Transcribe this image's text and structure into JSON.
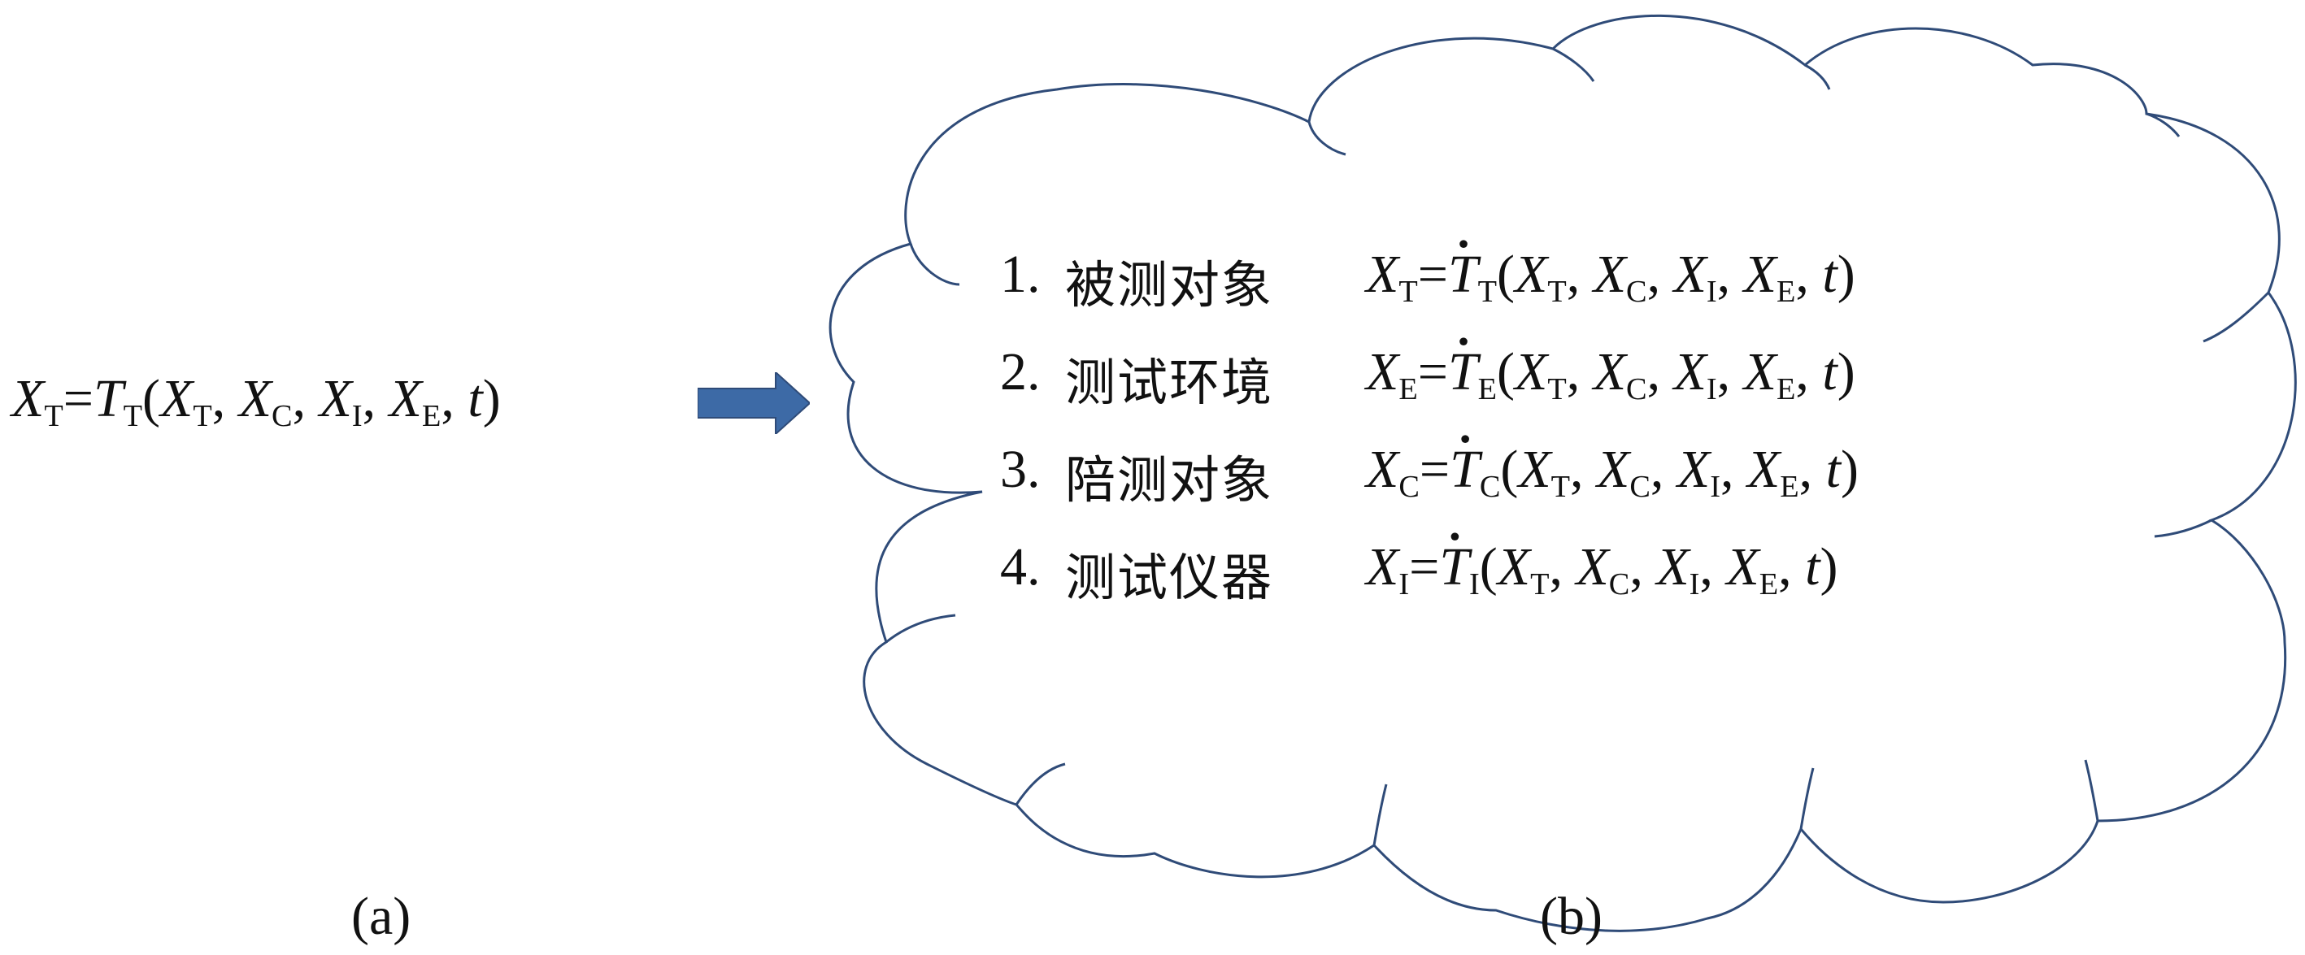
{
  "panel_a": {
    "formula": {
      "lhs_var": "X",
      "lhs_sub": "T",
      "eq": "=",
      "fn": "T",
      "fn_sub": "T",
      "args": [
        {
          "v": "X",
          "s": "T"
        },
        {
          "v": "X",
          "s": "C"
        },
        {
          "v": "X",
          "s": "I"
        },
        {
          "v": "X",
          "s": "E"
        }
      ],
      "t": "t"
    },
    "caption": "(a)"
  },
  "arrow": {
    "color": "#3d6aa6",
    "icon": "right-arrow-icon"
  },
  "panel_b": {
    "cloud_color": "#2f4b78",
    "items": [
      {
        "num": "1.",
        "label": "被测对象",
        "lhs_sub": "T",
        "fn_sub": "T"
      },
      {
        "num": "2.",
        "label": "测试环境",
        "lhs_sub": "E",
        "fn_sub": "E"
      },
      {
        "num": "3.",
        "label": "陪测对象",
        "lhs_sub": "C",
        "fn_sub": "C"
      },
      {
        "num": "4.",
        "label": "测试仪器",
        "lhs_sub": "I",
        "fn_sub": "I"
      }
    ],
    "eq_common": {
      "var": "X",
      "fn": "T",
      "eq": "=",
      "args": [
        {
          "v": "X",
          "s": "T"
        },
        {
          "v": "X",
          "s": "C"
        },
        {
          "v": "X",
          "s": "I"
        },
        {
          "v": "X",
          "s": "E"
        }
      ],
      "t": "t"
    },
    "caption": "(b)"
  }
}
